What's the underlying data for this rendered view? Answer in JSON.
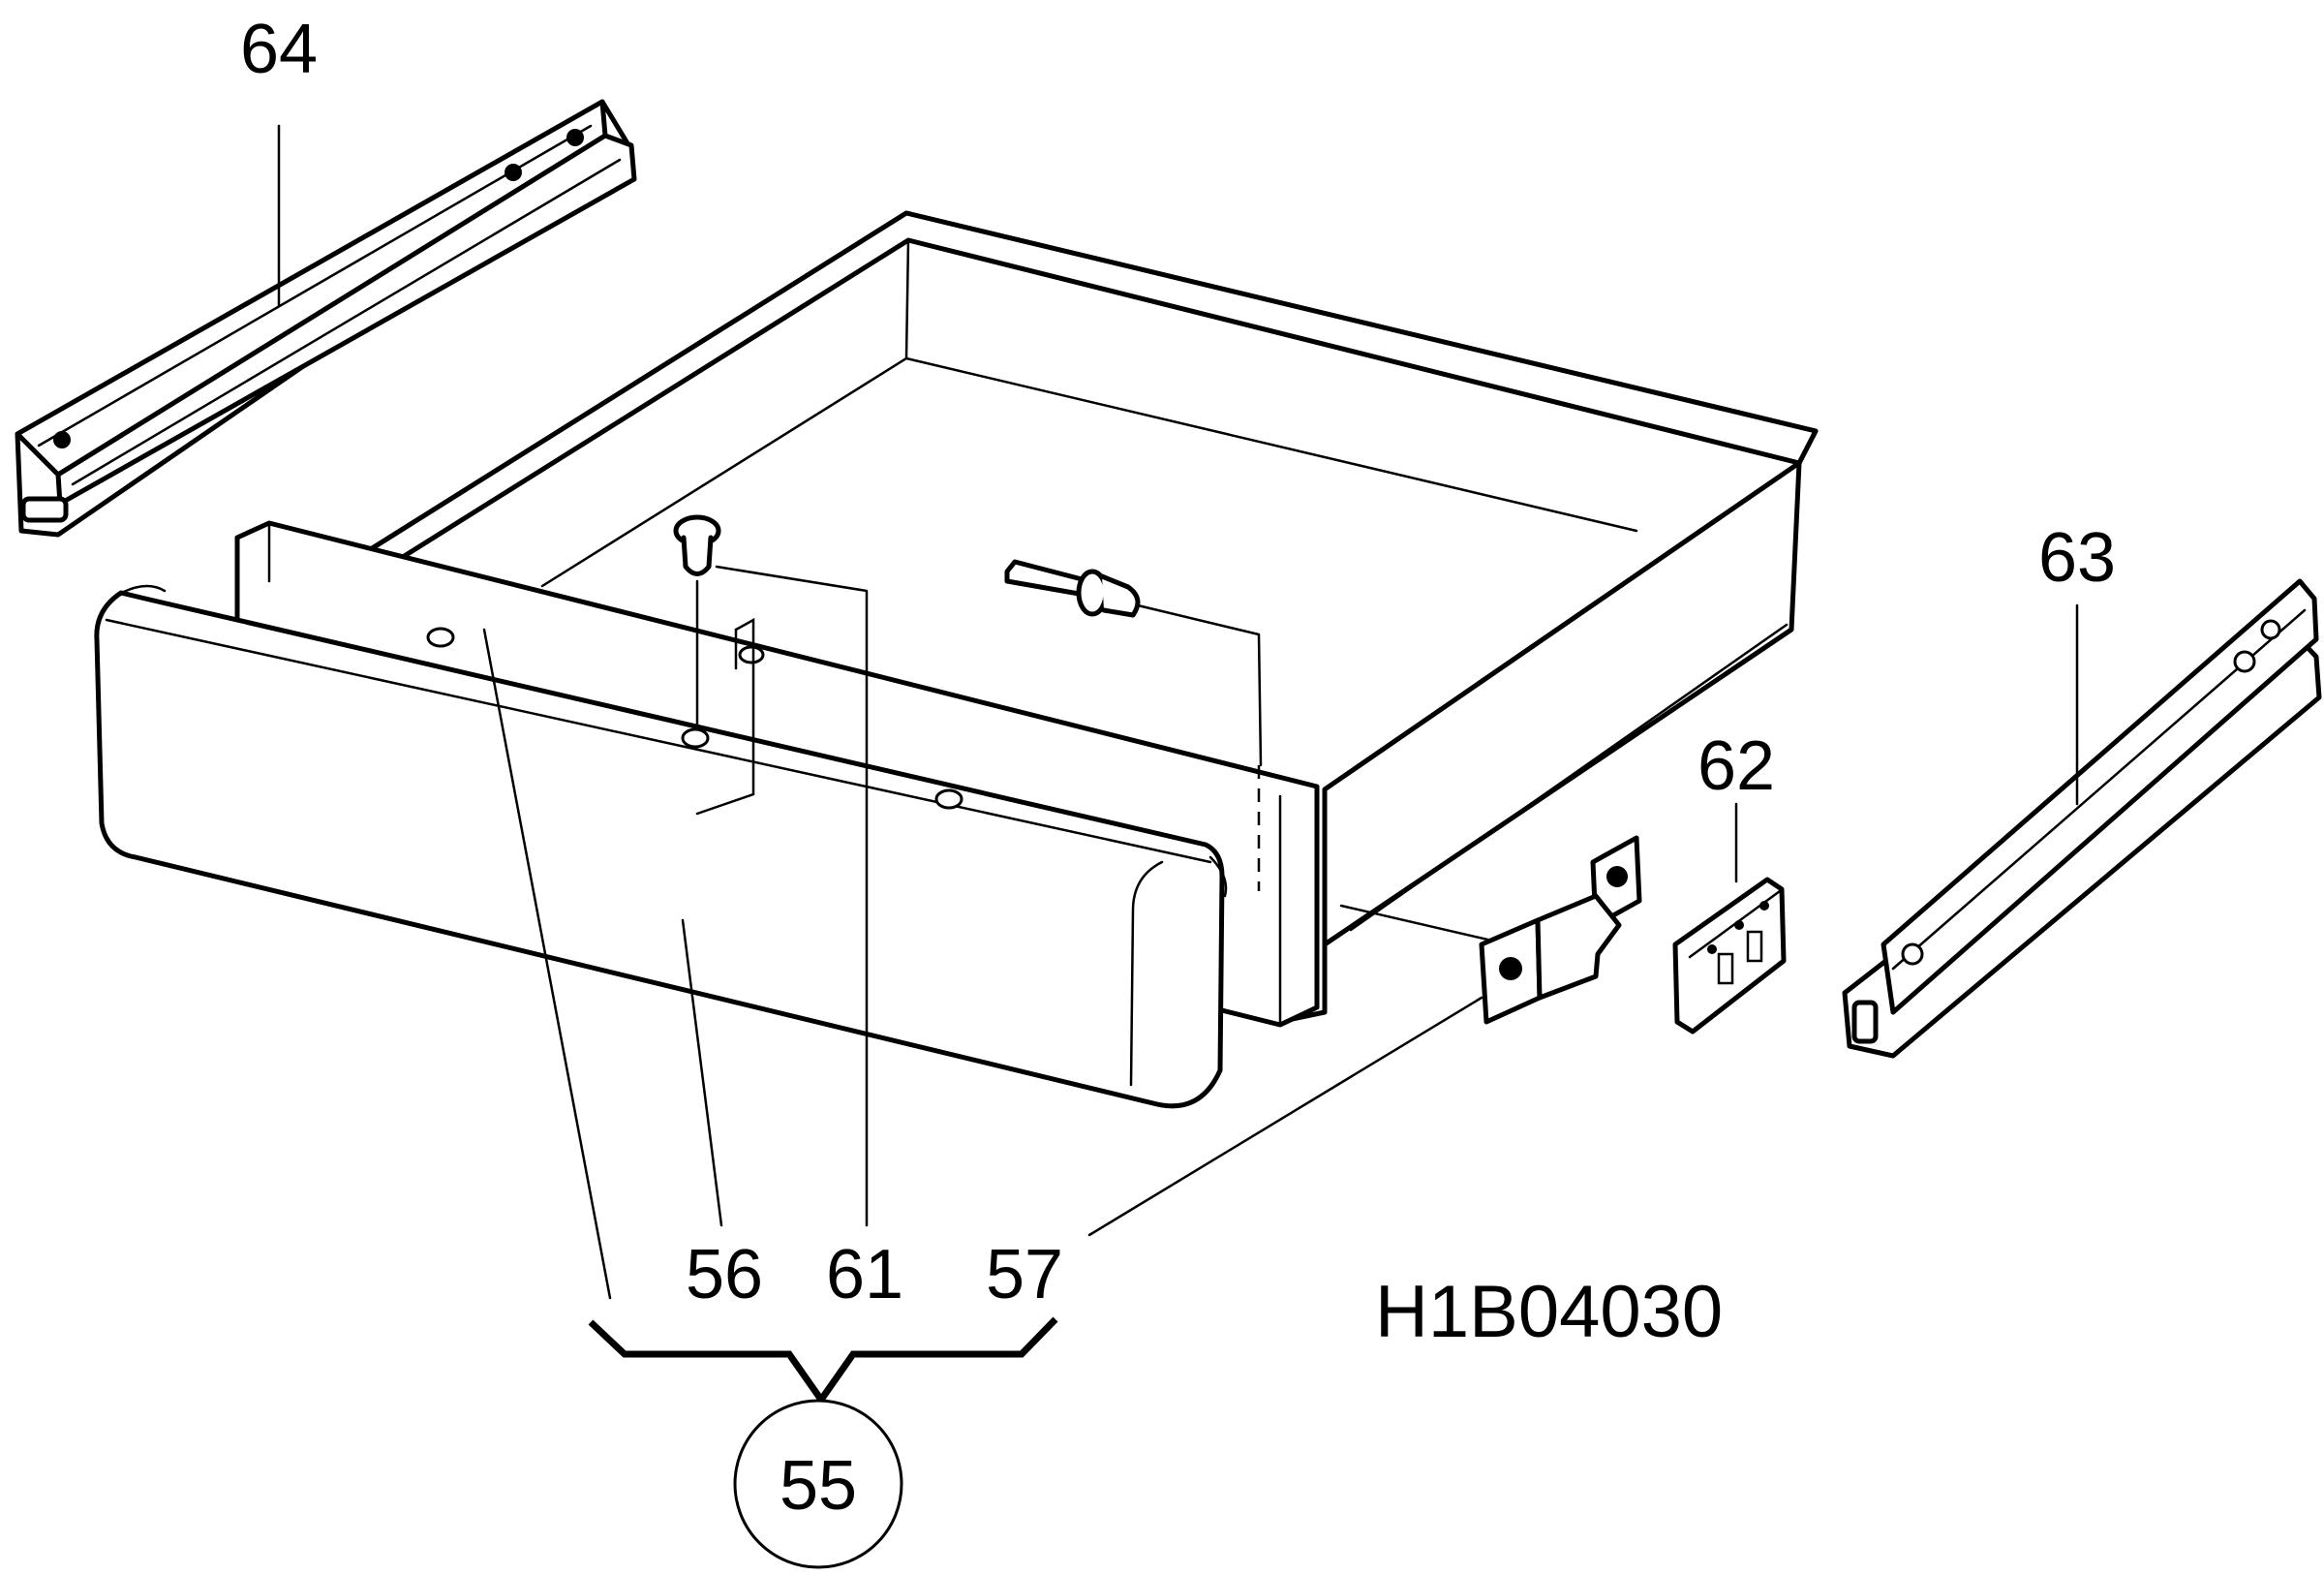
{
  "labels": {
    "rail_left": "64",
    "rail_right": "63",
    "plate": "62",
    "front_panel": "56",
    "clip": "61",
    "bracket": "57",
    "assembly": "55"
  },
  "drawing_code": "H1B04030"
}
